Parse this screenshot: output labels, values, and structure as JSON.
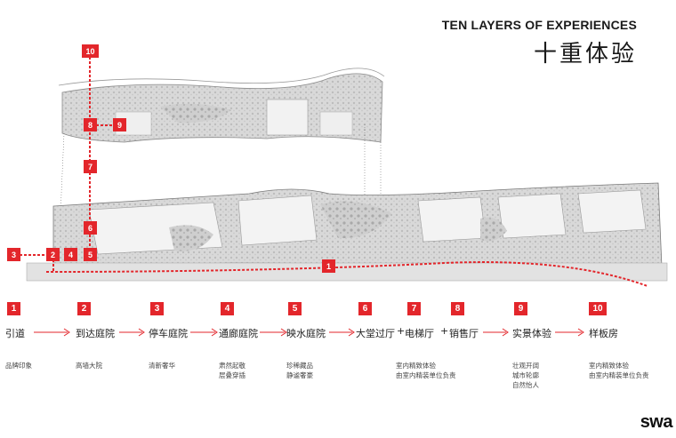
{
  "header": {
    "title_en": "TEN LAYERS OF EXPERIENCES",
    "title_cn": "十重体验"
  },
  "accent_color": "#e3262b",
  "plan_badges": [
    "10",
    "8",
    "9",
    "7",
    "6",
    "3",
    "2",
    "4",
    "5",
    "1"
  ],
  "steps": [
    {
      "num": "1",
      "label": "引道",
      "sub": [
        "品牌印象"
      ]
    },
    {
      "num": "2",
      "label": "到达庭院",
      "sub": [
        "高墙大院"
      ]
    },
    {
      "num": "3",
      "label": "停车庭院",
      "sub": [
        "清新奢华"
      ]
    },
    {
      "num": "4",
      "label": "通廊庭院",
      "sub": [
        "肃然起敬",
        "层叠穿插"
      ]
    },
    {
      "num": "5",
      "label": "映水庭院",
      "sub": [
        "珍稀藏品",
        "静谧奢豪"
      ]
    },
    {
      "num": "6",
      "label": "大堂过厅",
      "sub": []
    },
    {
      "num": "7",
      "label": "电梯厅",
      "sub": [
        "室内精致体验",
        "由室内精装单位负责"
      ]
    },
    {
      "num": "8",
      "label": "销售厅",
      "sub": []
    },
    {
      "num": "9",
      "label": "实景体验",
      "sub": [
        "壮观开阔",
        "城市轮廓",
        "自然怡人"
      ]
    },
    {
      "num": "10",
      "label": "样板房",
      "sub": [
        "室内精致体验",
        "由室内精装单位负责"
      ]
    }
  ],
  "logo": "swa"
}
